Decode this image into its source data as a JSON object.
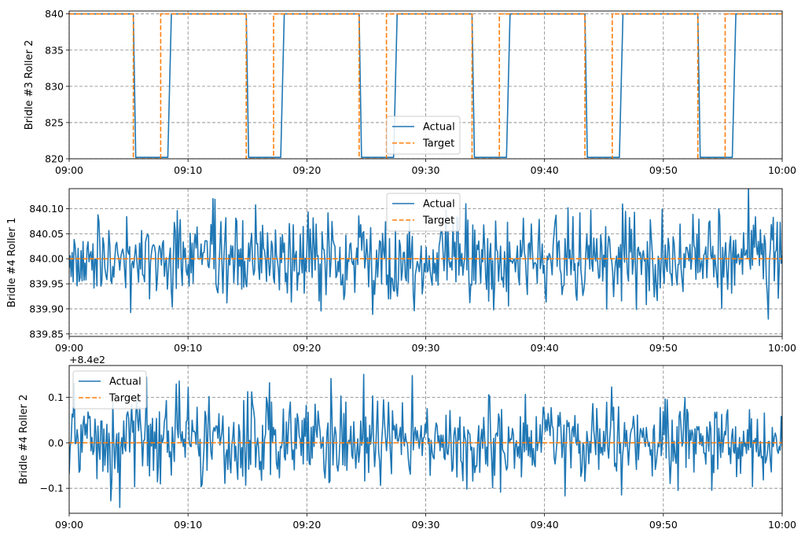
{
  "colors": {
    "actual": "#1f77b4",
    "target": "#ff7f0e",
    "grid": "#808080"
  },
  "chart_data": [
    {
      "type": "line",
      "ylabel": "Bridle #3 Roller 2",
      "xlim": [
        "09:00",
        "10:00"
      ],
      "ylim": [
        820,
        840.4
      ],
      "xticks": [
        "09:00",
        "09:10",
        "09:20",
        "09:30",
        "09:40",
        "09:50",
        "10:00"
      ],
      "yticks": [
        "820",
        "825",
        "830",
        "835",
        "840"
      ],
      "yticks_values": [
        820,
        825,
        830,
        835,
        840
      ],
      "offset_text": "",
      "grid": true,
      "legend_position": "lower center",
      "series": [
        {
          "name": "Actual",
          "style": "solid",
          "x_minutes": [
            0,
            5.4,
            5.6,
            8.3,
            8.6,
            14.9,
            15.1,
            17.8,
            18.1,
            24.4,
            24.6,
            27.3,
            27.6,
            33.9,
            34.1,
            36.8,
            37.1,
            43.4,
            43.6,
            46.3,
            46.6,
            52.9,
            53.1,
            55.8,
            56.1,
            60
          ],
          "y": [
            840,
            840,
            820.2,
            820.2,
            840,
            840,
            820.2,
            820.2,
            840,
            840,
            820.2,
            820.2,
            840,
            840,
            820.2,
            820.2,
            840,
            840,
            820.2,
            820.2,
            840,
            840,
            820.2,
            820.2,
            840,
            840
          ]
        },
        {
          "name": "Target",
          "style": "dashed",
          "x_minutes": [
            0,
            5.4,
            5.4,
            7.7,
            7.7,
            14.9,
            14.9,
            17.2,
            17.2,
            24.4,
            24.4,
            26.7,
            26.7,
            33.9,
            33.9,
            36.2,
            36.2,
            43.4,
            43.4,
            45.7,
            45.7,
            52.9,
            52.9,
            55.2,
            55.2,
            60
          ],
          "y": [
            840,
            840,
            820,
            820,
            840,
            840,
            820,
            820,
            840,
            840,
            820,
            820,
            840,
            840,
            820,
            820,
            840,
            840,
            820,
            820,
            840,
            840,
            820,
            820,
            840,
            840
          ]
        }
      ]
    },
    {
      "type": "line",
      "ylabel": "Bridle #4 Roller 1",
      "xlim": [
        "09:00",
        "10:00"
      ],
      "ylim": [
        839.845,
        840.14
      ],
      "xticks": [
        "09:00",
        "09:10",
        "09:20",
        "09:30",
        "09:40",
        "09:50",
        "10:00"
      ],
      "yticks": [
        "839.85",
        "839.90",
        "839.95",
        "840.00",
        "840.05",
        "840.10"
      ],
      "yticks_values": [
        839.85,
        839.9,
        839.95,
        840.0,
        840.05,
        840.1
      ],
      "offset_text": "",
      "grid": true,
      "legend_position": "upper center",
      "noise": {
        "mean": 840.0,
        "std": 0.045,
        "points": 720
      },
      "series": [
        {
          "name": "Actual",
          "style": "solid"
        },
        {
          "name": "Target",
          "style": "dashed",
          "constant": 840.0
        }
      ]
    },
    {
      "type": "line",
      "ylabel": "Bridle #4 Roller 2",
      "xlim": [
        "09:00",
        "10:00"
      ],
      "ylim": [
        -0.155,
        0.17
      ],
      "xticks": [
        "09:00",
        "09:10",
        "09:20",
        "09:30",
        "09:40",
        "09:50",
        "10:00"
      ],
      "yticks": [
        "−0.1",
        "0.0",
        "0.1"
      ],
      "yticks_values": [
        -0.1,
        0.0,
        0.1
      ],
      "offset_text": "+8.4e2",
      "grid": true,
      "legend_position": "upper left",
      "noise": {
        "mean": 0.0,
        "std": 0.05,
        "points": 720
      },
      "series": [
        {
          "name": "Actual",
          "style": "solid"
        },
        {
          "name": "Target",
          "style": "dashed",
          "constant": 0.0
        }
      ]
    }
  ]
}
